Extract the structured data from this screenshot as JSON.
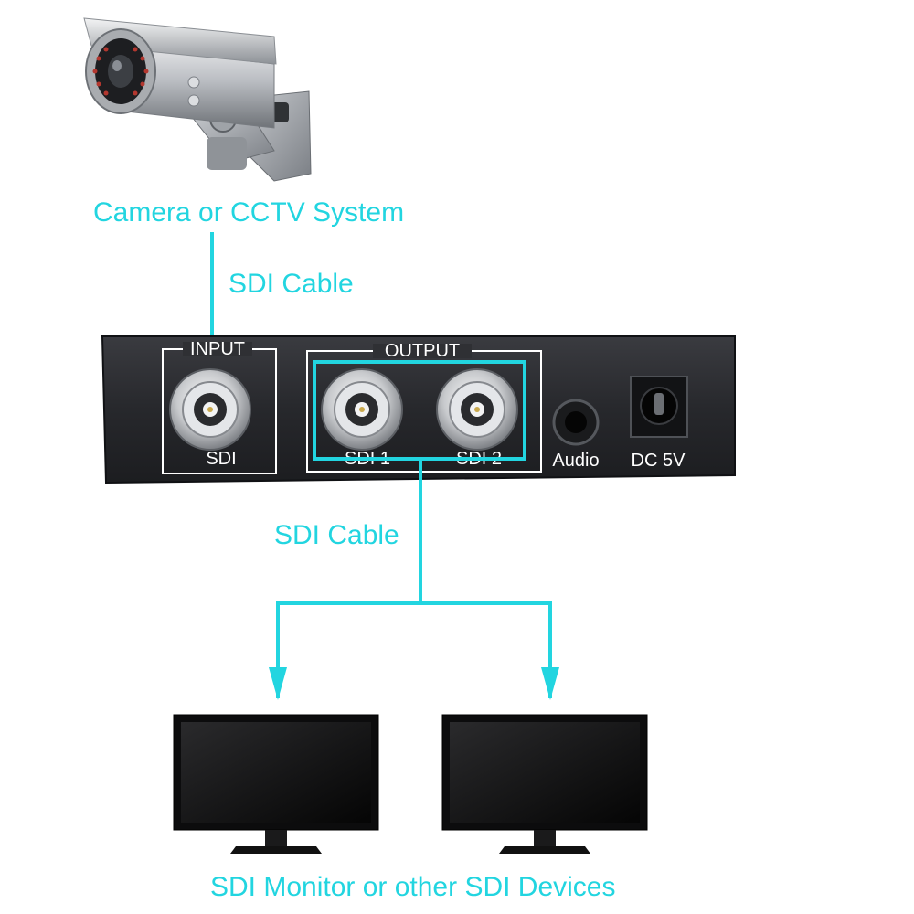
{
  "labels": {
    "source": "Camera or CCTV System",
    "cable_in": "SDI Cable",
    "cable_out": "SDI Cable",
    "destination": "SDI Monitor or other SDI Devices"
  },
  "panel": {
    "input_group": "INPUT",
    "input_port": "SDI",
    "output_group": "OUTPUT",
    "output_port_1": "SDI 1",
    "output_port_2": "SDI 2",
    "audio_port": "Audio",
    "power_port": "DC 5V"
  },
  "colors": {
    "accent": "#22d5e0",
    "device_body": "#2a2b2f",
    "panel_text": "#ffffff",
    "monitor": "#111111"
  },
  "icons": {
    "camera": "cctv-camera-icon",
    "monitor": "monitor-icon",
    "bnc": "bnc-connector-icon",
    "audio": "audio-jack-icon",
    "power": "dc-jack-icon"
  }
}
